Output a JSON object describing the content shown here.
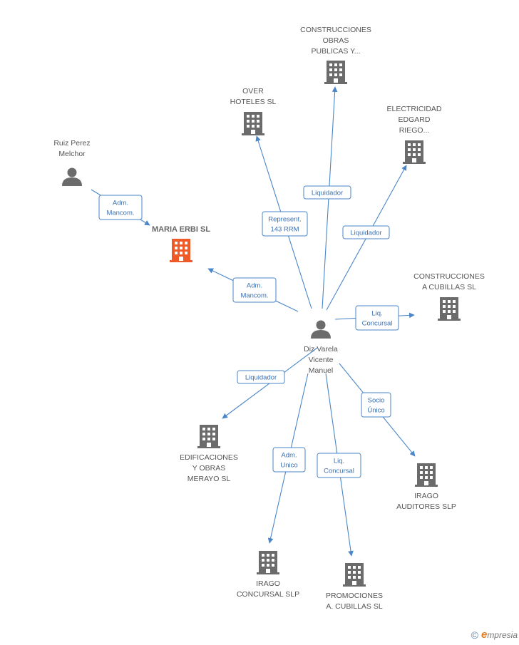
{
  "colors": {
    "edge": "#4a86c8",
    "icon": "#6b6b6b",
    "focus": "#f05a28"
  },
  "nodes": [
    {
      "id": "const_obras",
      "type": "company",
      "lines": [
        "CONSTRUCCIONES",
        "OBRAS",
        "PUBLICAS Y..."
      ]
    },
    {
      "id": "over",
      "type": "company",
      "lines": [
        "OVER",
        "HOTELES SL"
      ]
    },
    {
      "id": "electricidad",
      "type": "company",
      "lines": [
        "ELECTRICIDAD",
        "EDGARD",
        "RIEGO..."
      ]
    },
    {
      "id": "ruiz",
      "type": "person",
      "lines": [
        "Ruiz Perez",
        "Melchor"
      ]
    },
    {
      "id": "maria",
      "type": "company",
      "focus": true,
      "lines": [
        "MARIA ERBI SL"
      ]
    },
    {
      "id": "const_cubillas",
      "type": "company",
      "lines": [
        "CONSTRUCCIONES",
        "A CUBILLAS SL"
      ]
    },
    {
      "id": "diz",
      "type": "person",
      "lines": [
        "Diz Varela",
        "Vicente",
        "Manuel"
      ]
    },
    {
      "id": "edificaciones",
      "type": "company",
      "lines": [
        "EDIFICACIONES",
        "Y OBRAS",
        "MERAYO SL"
      ]
    },
    {
      "id": "irago_aud",
      "type": "company",
      "lines": [
        "IRAGO",
        "AUDITORES  SLP"
      ]
    },
    {
      "id": "irago_conc",
      "type": "company",
      "lines": [
        "IRAGO",
        "CONCURSAL SLP"
      ]
    },
    {
      "id": "promociones",
      "type": "company",
      "lines": [
        "PROMOCIONES",
        "A.  CUBILLAS SL"
      ]
    }
  ],
  "edges": [
    {
      "id": "e_ruiz_maria",
      "lines": [
        "Adm.",
        "Mancom."
      ]
    },
    {
      "id": "e_diz_maria",
      "lines": [
        "Adm.",
        "Mancom."
      ]
    },
    {
      "id": "e_diz_over",
      "lines": [
        "Represent.",
        "143 RRM"
      ]
    },
    {
      "id": "e_diz_obras",
      "lines": [
        "Liquidador"
      ]
    },
    {
      "id": "e_diz_elec",
      "lines": [
        "Liquidador"
      ]
    },
    {
      "id": "e_diz_cubillas",
      "lines": [
        "Liq.",
        "Concursal"
      ]
    },
    {
      "id": "e_diz_edif",
      "lines": [
        "Liquidador"
      ]
    },
    {
      "id": "e_diz_iragoconc",
      "lines": [
        "Adm.",
        "Unico"
      ]
    },
    {
      "id": "e_diz_promo",
      "lines": [
        "Liq.",
        "Concursal"
      ]
    },
    {
      "id": "e_diz_iragoaud",
      "lines": [
        "Socio",
        "Único"
      ]
    }
  ],
  "footer": {
    "copyright": "©",
    "brand_initial": "e",
    "brand_rest": "mpresia"
  }
}
